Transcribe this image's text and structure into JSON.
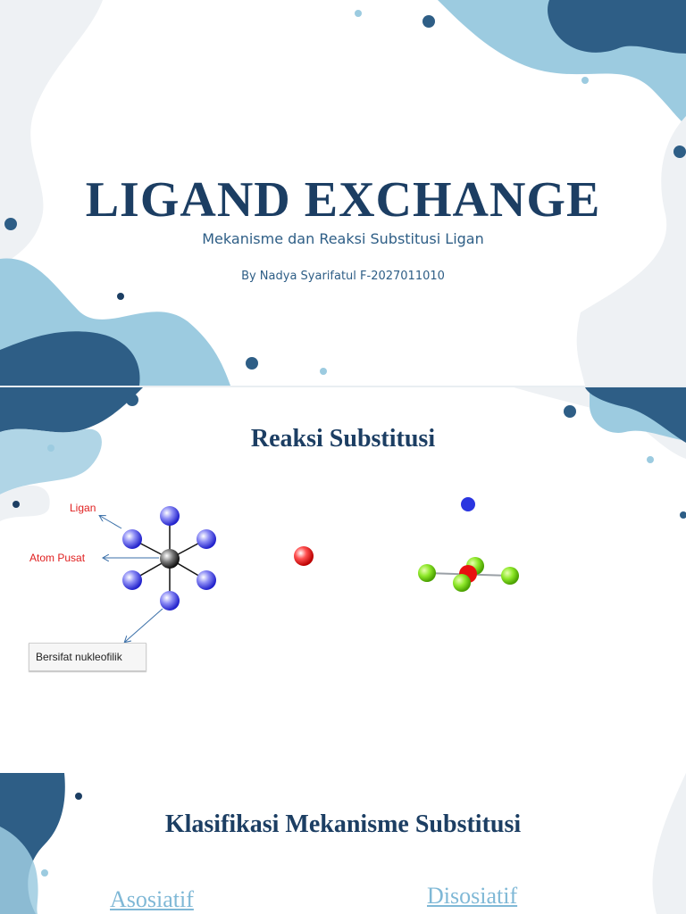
{
  "slide1": {
    "title": "LIGAND EXCHANGE",
    "subtitle": "Mekanisme dan Reaksi Substitusi Ligan",
    "byline": "By Nadya Syarifatul F-2027011010"
  },
  "slide2": {
    "title": "Reaksi Substitusi",
    "labels": {
      "ligand": "Ligan",
      "central_atom": "Atom Pusat",
      "nucleophilic": "Bersifat nukleofilik"
    }
  },
  "slide3": {
    "title": "Klasifikasi Mekanisme Substitusi",
    "associative": "Asosiatif",
    "dissociative": "Disosiatif"
  },
  "colors": {
    "dark_blue": "#1c3e63",
    "mid_blue": "#2e5e86",
    "light_blue": "#9ccbe0",
    "accent_red": "#e02020",
    "link_blue": "#7fb8d6"
  }
}
